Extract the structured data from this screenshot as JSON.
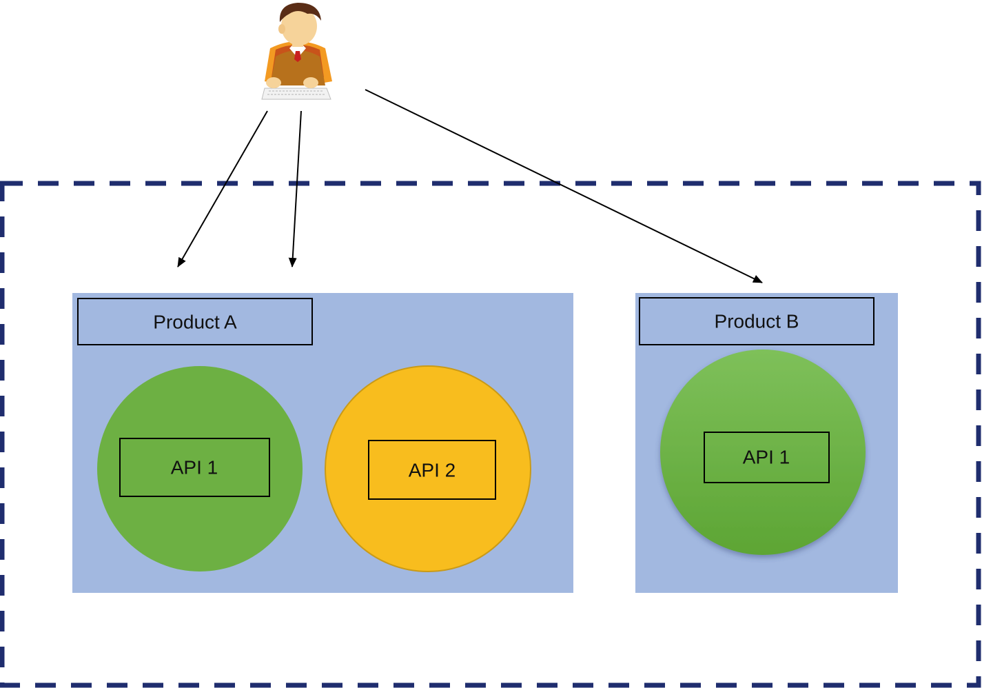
{
  "diagram": {
    "colors": {
      "boundary": "#1f2d6e",
      "product_fill": "#a2b8e0",
      "api_green": "#6db043",
      "api_green_gradient_top": "#7ec05a",
      "api_green_gradient_bottom": "#5da534",
      "api_yellow": "#f8bd1e",
      "api_yellow_border": "#c99a17",
      "arrow": "#000000"
    },
    "actor": {
      "icon": "person-at-keyboard-icon"
    },
    "products": [
      {
        "label": "Product A",
        "apis": [
          {
            "label": "API 1",
            "color": "green"
          },
          {
            "label": "API 2",
            "color": "yellow"
          }
        ]
      },
      {
        "label": "Product B",
        "apis": [
          {
            "label": "API 1",
            "color": "green-gradient"
          }
        ]
      }
    ],
    "arrows": [
      {
        "from": "actor",
        "to": "Product A"
      },
      {
        "from": "actor",
        "to": "Product A"
      },
      {
        "from": "actor",
        "to": "Product B"
      }
    ]
  }
}
